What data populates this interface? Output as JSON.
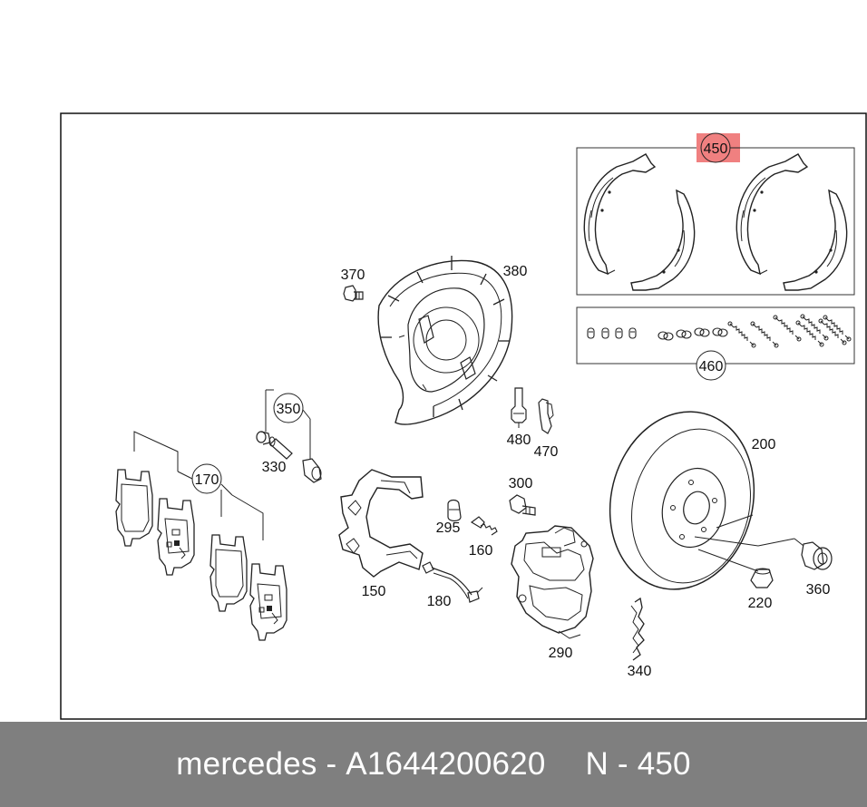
{
  "footer": {
    "brand": "mercedes",
    "sep1": " - ",
    "part_number": "A1644200620",
    "position_prefix": "N",
    "sep2": " - ",
    "position": "450"
  },
  "callouts": {
    "c450": "450",
    "c460": "460",
    "c370": "370",
    "c380": "380",
    "c350": "350",
    "c330": "330",
    "c480": "480",
    "c470": "470",
    "c200": "200",
    "c170": "170",
    "c300": "300",
    "c295": "295",
    "c160": "160",
    "c150": "150",
    "c180": "180",
    "c290": "290",
    "c220": "220",
    "c360": "360",
    "c340": "340"
  },
  "colors": {
    "highlight": "#f08080",
    "line": "#222222",
    "footer_bg": "#7f7f7f"
  }
}
